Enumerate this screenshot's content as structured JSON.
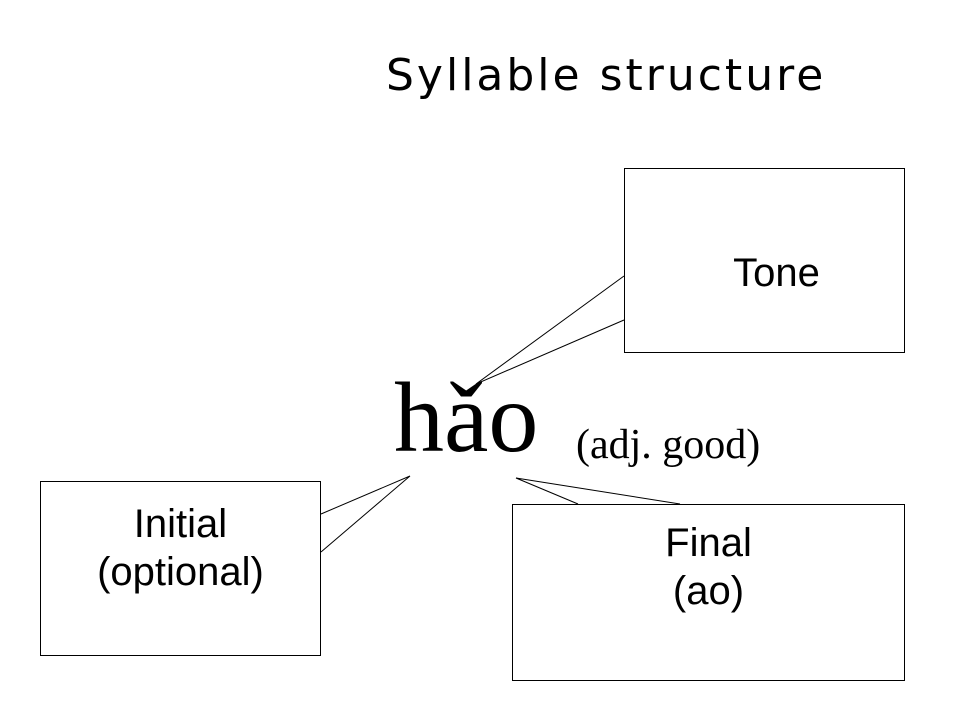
{
  "title": "Syllable structure",
  "syllable": {
    "word": "hǎo",
    "gloss": "(adj. good)"
  },
  "callouts": {
    "tone": {
      "label": "Tone"
    },
    "initial": {
      "line1": "Initial",
      "line2": "(optional)"
    },
    "final": {
      "line1": "Final",
      "line2": "(ao)"
    }
  },
  "colors": {
    "background": "#ffffff",
    "text": "#000000",
    "border": "#000000"
  }
}
